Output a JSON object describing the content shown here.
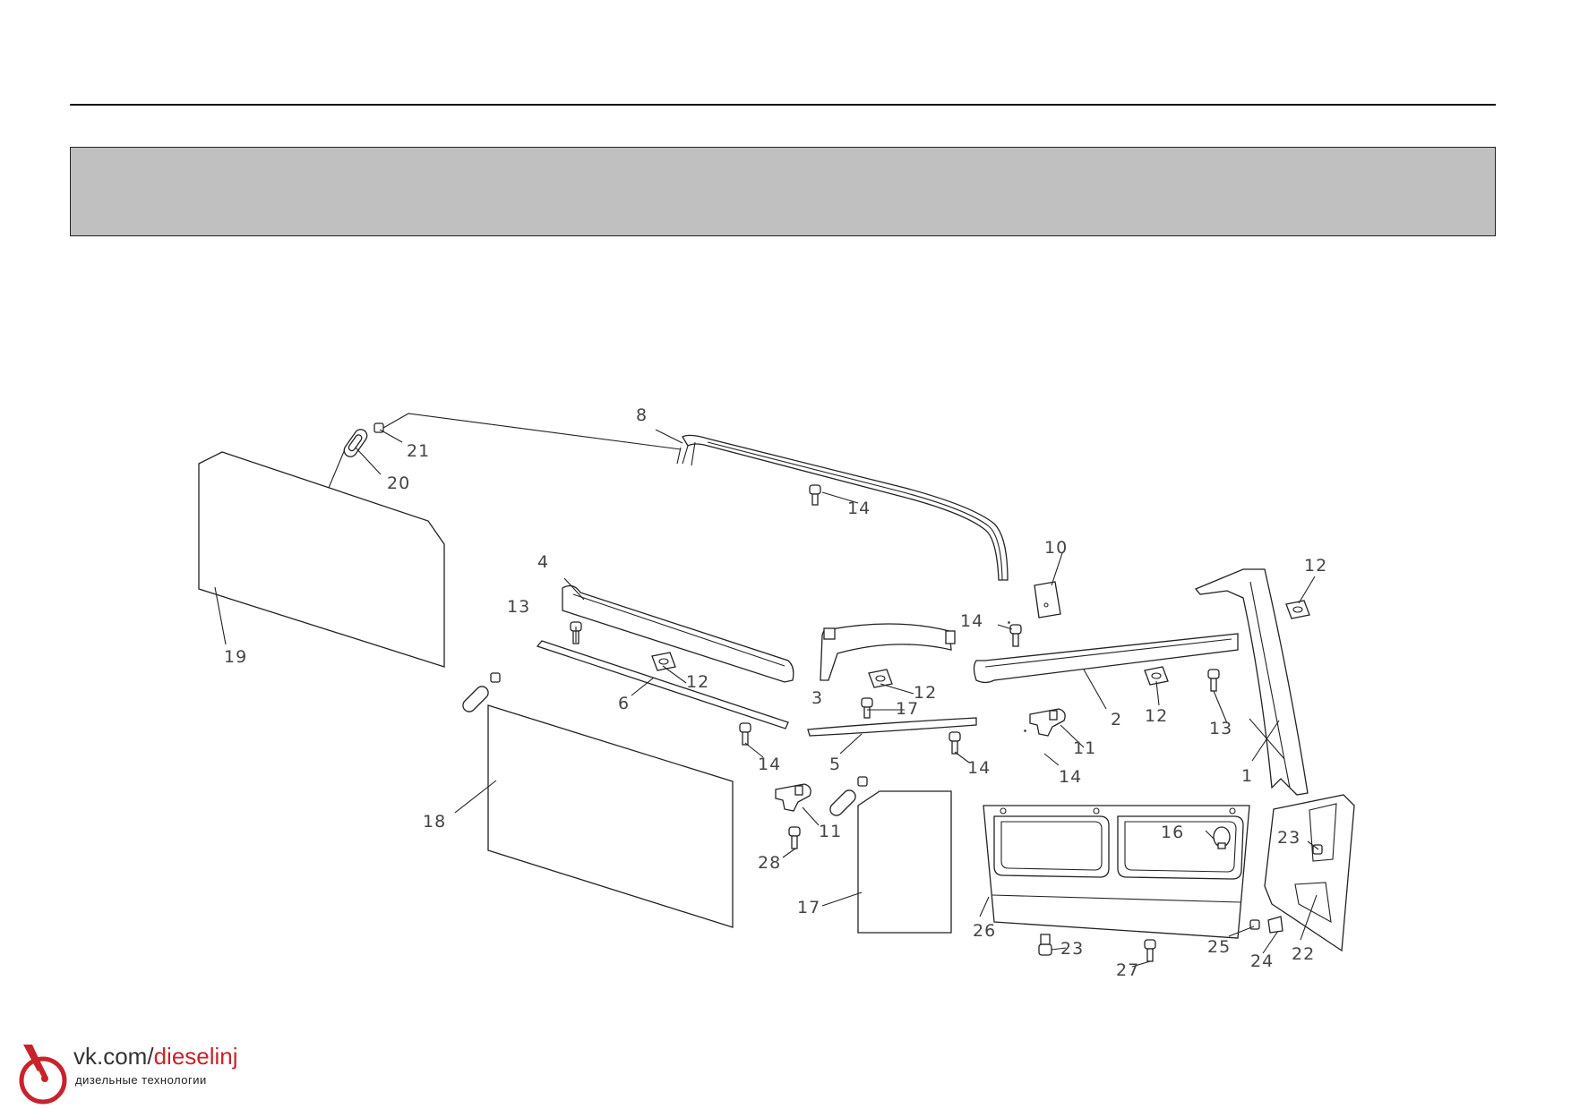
{
  "diagram": {
    "callouts": [
      {
        "id": "c1",
        "label": "1"
      },
      {
        "id": "c2",
        "label": "2"
      },
      {
        "id": "c3",
        "label": "3"
      },
      {
        "id": "c4",
        "label": "4"
      },
      {
        "id": "c5",
        "label": "5"
      },
      {
        "id": "c6",
        "label": "6"
      },
      {
        "id": "c8",
        "label": "8"
      },
      {
        "id": "c10",
        "label": "10"
      },
      {
        "id": "c11a",
        "label": "11"
      },
      {
        "id": "c11b",
        "label": "11"
      },
      {
        "id": "c12a",
        "label": "12"
      },
      {
        "id": "c12b",
        "label": "12"
      },
      {
        "id": "c12c",
        "label": "12"
      },
      {
        "id": "c12d",
        "label": "12"
      },
      {
        "id": "c13a",
        "label": "13"
      },
      {
        "id": "c13b",
        "label": "13"
      },
      {
        "id": "c14a",
        "label": "14"
      },
      {
        "id": "c14b",
        "label": "14"
      },
      {
        "id": "c14c",
        "label": "14"
      },
      {
        "id": "c14d",
        "label": "14"
      },
      {
        "id": "c14e",
        "label": "14"
      },
      {
        "id": "c16",
        "label": "16"
      },
      {
        "id": "c17a",
        "label": "17"
      },
      {
        "id": "c17b",
        "label": "17"
      },
      {
        "id": "c18",
        "label": "18"
      },
      {
        "id": "c19",
        "label": "19"
      },
      {
        "id": "c20",
        "label": "20"
      },
      {
        "id": "c21",
        "label": "21"
      },
      {
        "id": "c22",
        "label": "22"
      },
      {
        "id": "c23a",
        "label": "23"
      },
      {
        "id": "c23b",
        "label": "23"
      },
      {
        "id": "c24",
        "label": "24"
      },
      {
        "id": "c25",
        "label": "25"
      },
      {
        "id": "c26",
        "label": "26"
      },
      {
        "id": "c27",
        "label": "27"
      },
      {
        "id": "c28",
        "label": "28"
      }
    ]
  },
  "watermark": {
    "url_prefix": "vk.com/",
    "url_highlight": "dieselinj",
    "subtitle": "дизельные технологии"
  }
}
